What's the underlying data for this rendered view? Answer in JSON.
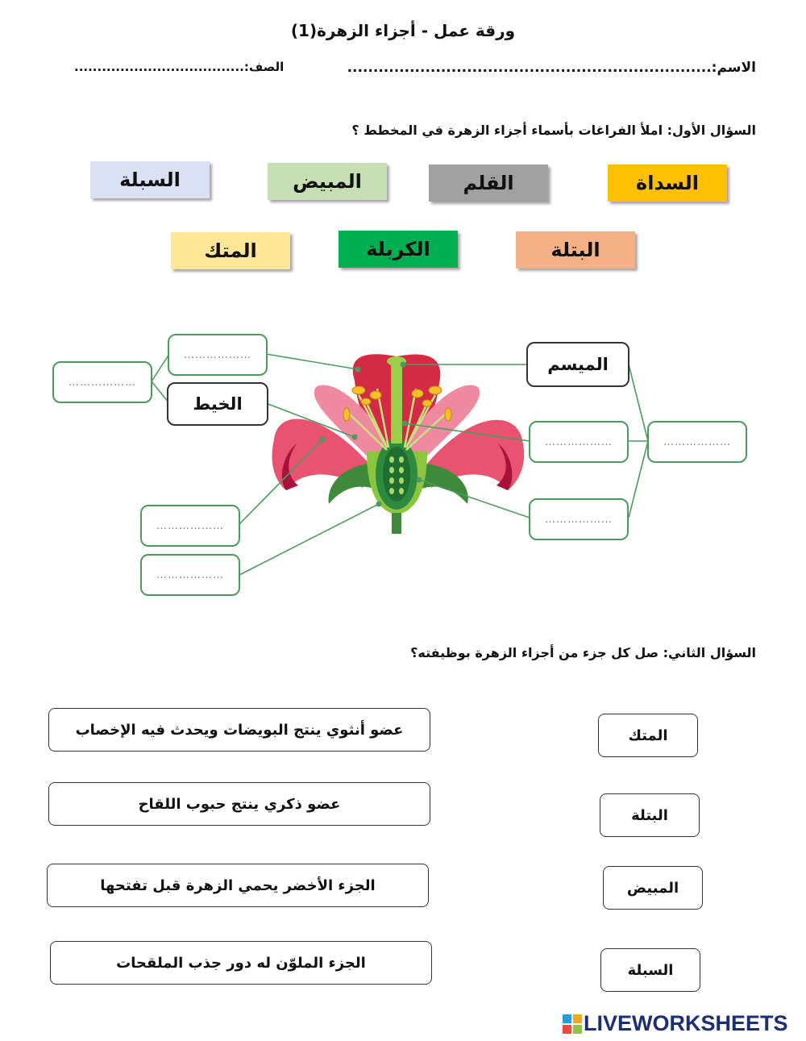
{
  "header": {
    "title": "ورقة عمل - أجزاء الزهرة(1)",
    "name_label": "الاسم:",
    "name_dots": "......................................................................",
    "class_label": "الصف:",
    "class_dots": "....................................."
  },
  "question1": {
    "text": "السؤال الأول: املأ الفراغات بأسماء أجزاء الزهرة في المخطط ؟",
    "word_bank": [
      {
        "label": "السداة",
        "color": "#ffc000"
      },
      {
        "label": "القلم",
        "color": "#a0a0a0"
      },
      {
        "label": "المبيض",
        "color": "#c6e0b4"
      },
      {
        "label": "السبلة",
        "color": "#d9e1f2"
      },
      {
        "label": "البتلة",
        "color": "#f4b183"
      },
      {
        "label": "الكربلة",
        "color": "#00b050"
      },
      {
        "label": "المتك",
        "color": "#ffe699"
      }
    ],
    "diagram": {
      "blank": "………………",
      "filament_label": "الخيط",
      "stigma_label": "الميسم",
      "line_color": "#4e9a5e"
    }
  },
  "question2": {
    "text": "السؤال الثاني: صل كل جزء من أجزاء الزهرة بوظيفته؟",
    "functions": [
      "عضو أنثوي ينتج البويضات ويحدث فيه الإخصاب",
      "عضو ذكري ينتج حبوب اللقاح",
      "الجزء الأخضر يحمي الزهرة قبل تفتحها",
      "الجزء الملوّن له دور جذب الملقحات"
    ],
    "parts": [
      "المتك",
      "البتلة",
      "المبيض",
      "السبلة"
    ]
  },
  "footer": {
    "logo_text": "LIVEWORKSHEETS",
    "logo_icon": "liveworksheets-logo-icon"
  }
}
